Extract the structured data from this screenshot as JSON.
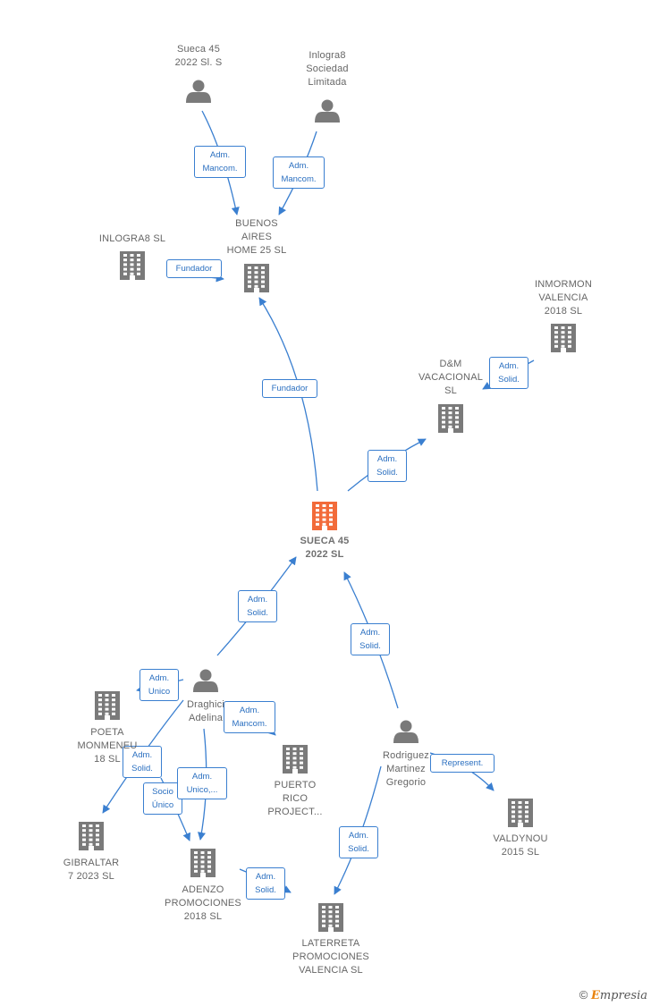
{
  "colors": {
    "edge": "#3a7fd0",
    "node": "#7a7a7a",
    "center": "#f26b3a"
  },
  "nodes": [
    {
      "id": "sueca_person",
      "kind": "person",
      "label": "Sueca 45\n2022 Sl.  S"
    },
    {
      "id": "inlogra8_person",
      "kind": "person",
      "label": "Inlogra8\nSociedad\nLimitada"
    },
    {
      "id": "buenos_aires",
      "kind": "company",
      "label": "BUENOS\nAIRES\nHOME 25  SL"
    },
    {
      "id": "inlogra8_sl",
      "kind": "company",
      "label": "INLOGRA8  SL"
    },
    {
      "id": "inmormon",
      "kind": "company",
      "label": "INMORMON\nVALENCIA\n2018  SL"
    },
    {
      "id": "dm_vacacional",
      "kind": "company",
      "label": "D&M\nVACACIONAL\nSL"
    },
    {
      "id": "sueca_center",
      "kind": "center",
      "label": "SUECA 45\n2022  SL"
    },
    {
      "id": "draghici",
      "kind": "person",
      "label": "Draghici\nAdelina"
    },
    {
      "id": "poeta",
      "kind": "company",
      "label": "POETA\nMONMENEU\n18  SL"
    },
    {
      "id": "puerto_rico",
      "kind": "company",
      "label": "PUERTO\nRICO\nPROJECT..."
    },
    {
      "id": "rodriguez",
      "kind": "person",
      "label": "Rodriguez\nMartinez\nGregorio"
    },
    {
      "id": "valdynou",
      "kind": "company",
      "label": "VALDYNOU\n2015  SL"
    },
    {
      "id": "gibraltar",
      "kind": "company",
      "label": "GIBRALTAR\n7 2023  SL"
    },
    {
      "id": "adenzo",
      "kind": "company",
      "label": "ADENZO\nPROMOCIONES\n2018  SL"
    },
    {
      "id": "laterreta",
      "kind": "company",
      "label": "LATERRETA\nPROMOCIONES\nVALENCIA  SL"
    }
  ],
  "edges": [
    {
      "label": "Adm.\nMancom."
    },
    {
      "label": "Adm.\nMancom."
    },
    {
      "label": "Fundador"
    },
    {
      "label": "Fundador"
    },
    {
      "label": "Adm.\nSolid."
    },
    {
      "label": "Adm.\nSolid."
    },
    {
      "label": "Adm.\nSolid."
    },
    {
      "label": "Adm.\nSolid."
    },
    {
      "label": "Adm.\nUnico"
    },
    {
      "label": "Adm.\nMancom."
    },
    {
      "label": "Adm.\nSolid."
    },
    {
      "label": "Socio\nÚnico"
    },
    {
      "label": "Adm.\nUnico,..."
    },
    {
      "label": "Adm.\nSolid."
    },
    {
      "label": "Represent."
    },
    {
      "label": "Adm.\nSolid."
    }
  ],
  "watermark": {
    "symbol": "©",
    "brand_initial": "E",
    "brand_rest": "mpresia"
  }
}
